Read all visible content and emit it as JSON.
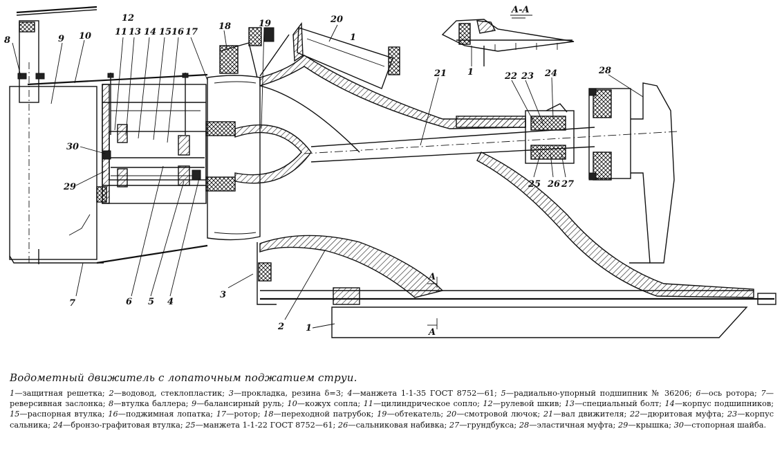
{
  "figure": {
    "section_label": "A-A",
    "section_marks": [
      "A",
      "A"
    ],
    "callouts": [
      "1",
      "2",
      "3",
      "4",
      "5",
      "6",
      "7",
      "8",
      "9",
      "10",
      "11",
      "12",
      "13",
      "14",
      "15",
      "16",
      "17",
      "18",
      "19",
      "20",
      "21",
      "22",
      "23",
      "24",
      "25",
      "26",
      "27",
      "28",
      "29",
      "30",
      "1"
    ]
  },
  "caption": {
    "title": "Водометный движитель с лопаточным поджатием струи.",
    "items": [
      {
        "num": "1",
        "text": "защитная решетка;"
      },
      {
        "num": "2",
        "text": "водовод, стеклопластик;"
      },
      {
        "num": "3",
        "text": "прокладка, резина δ=3;"
      },
      {
        "num": "4",
        "text": "манжета 1-1-35 ГОСТ 8752—61;"
      },
      {
        "num": "5",
        "text": "радиально-упорный подшипник № 36206;"
      },
      {
        "num": "6",
        "text": "ось ротора;"
      },
      {
        "num": "7",
        "text": "реверсивная заслонка;"
      },
      {
        "num": "8",
        "text": "втулка баллера;"
      },
      {
        "num": "9",
        "text": "балансирный руль;"
      },
      {
        "num": "10",
        "text": "кожух сопла;"
      },
      {
        "num": "11",
        "text": "цилиндрическое сопло;"
      },
      {
        "num": "12",
        "text": "рулевой шкив;"
      },
      {
        "num": "13",
        "text": "специальный болт;"
      },
      {
        "num": "14",
        "text": "корпус подшипников;"
      },
      {
        "num": "15",
        "text": "распорная втулка;"
      },
      {
        "num": "16",
        "text": "поджимная лопатка;"
      },
      {
        "num": "17",
        "text": "ротор;"
      },
      {
        "num": "18",
        "text": "переходной патрубок;"
      },
      {
        "num": "19",
        "text": "обтекатель;"
      },
      {
        "num": "20",
        "text": "смотровой лючок;"
      },
      {
        "num": "21",
        "text": "вал движителя;"
      },
      {
        "num": "22",
        "text": "дюритовая муфта;"
      },
      {
        "num": "23",
        "text": "корпус сальника;"
      },
      {
        "num": "24",
        "text": "бронзо-графитовая втулка;"
      },
      {
        "num": "25",
        "text": "манжета 1-1-22 ГОСТ 8752—61;"
      },
      {
        "num": "26",
        "text": "сальниковая набивка;"
      },
      {
        "num": "27",
        "text": "грундбукса;"
      },
      {
        "num": "28",
        "text": "эластичная муфта;"
      },
      {
        "num": "29",
        "text": "крышка;"
      },
      {
        "num": "30",
        "text": "стопорная шайба."
      }
    ]
  }
}
